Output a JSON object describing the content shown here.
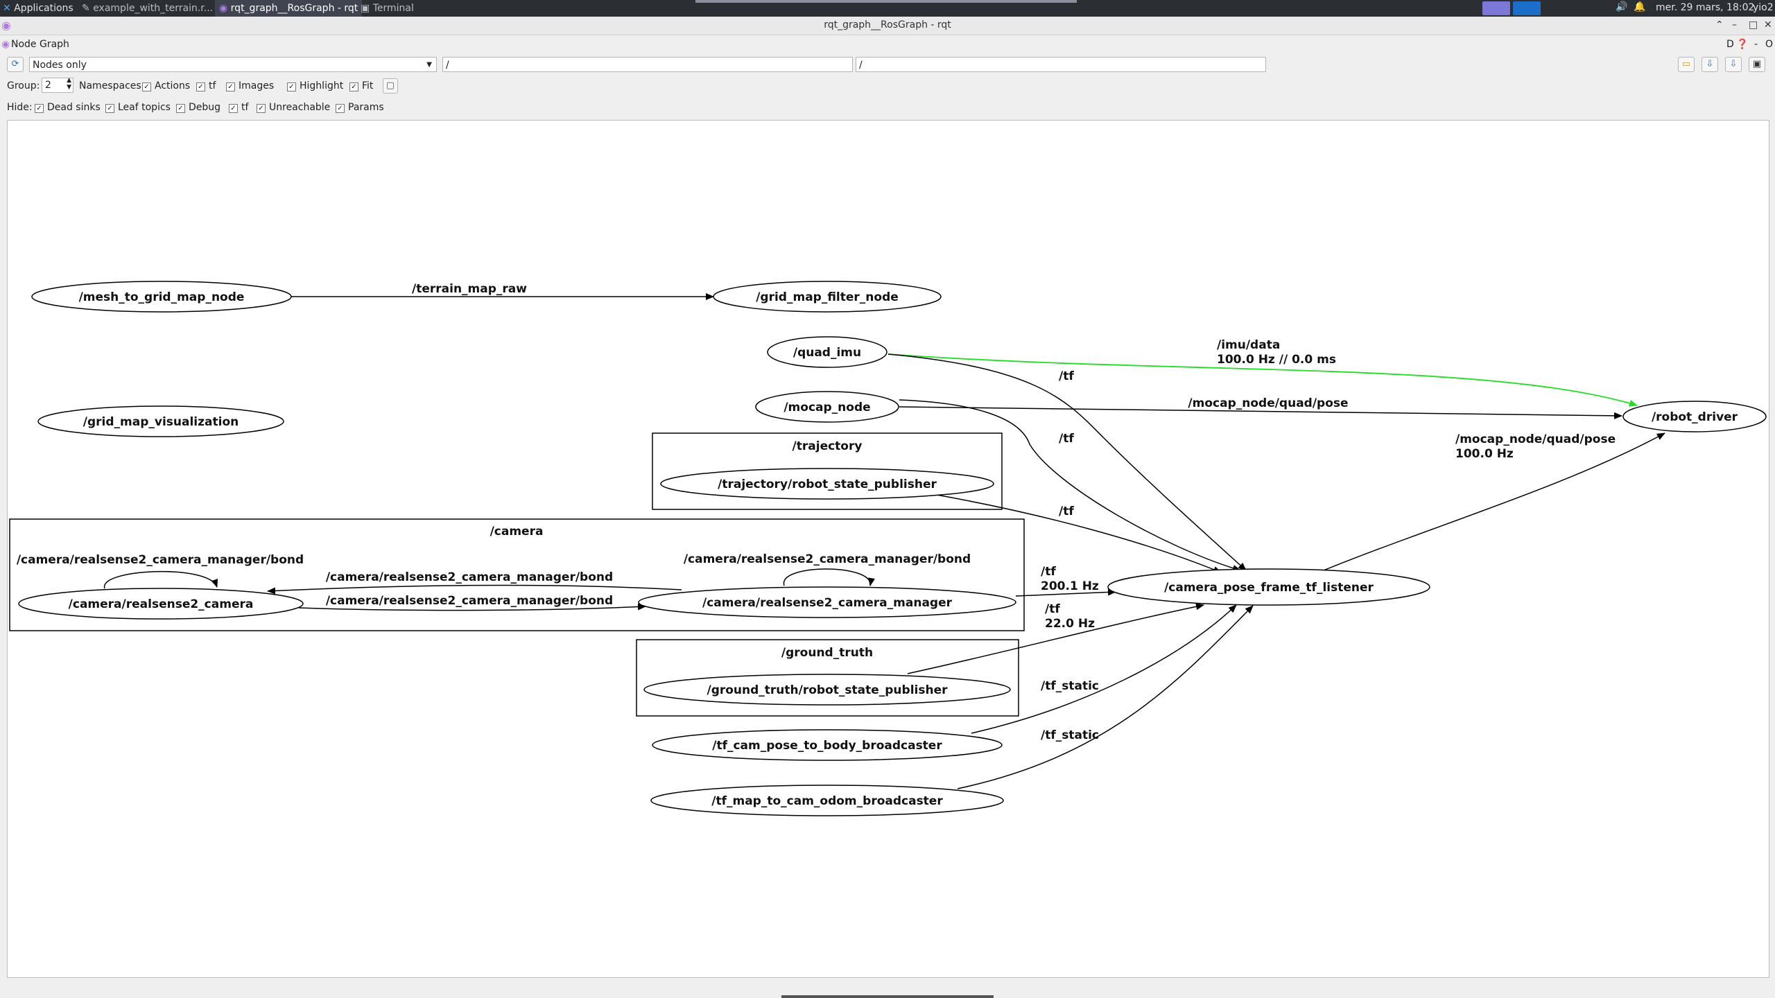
{
  "taskbar": {
    "applications": "Applications",
    "tabs": [
      {
        "label": "example_with_terrain.r..."
      },
      {
        "label": "rqt_graph__RosGraph - rqt"
      },
      {
        "label": "Terminal"
      }
    ],
    "datetime": "mer. 29 mars, 18:02",
    "user": "yio2"
  },
  "window": {
    "title": "rqt_graph__RosGraph - rqt"
  },
  "plugin": {
    "title": "Node Graph",
    "corner": "D",
    "dash": "-",
    "close": "O"
  },
  "filter": {
    "mode": "Nodes only",
    "node_filter": "/",
    "topic_filter": "/"
  },
  "group": {
    "label": "Group:",
    "value": "2",
    "options": [
      {
        "label": "Namespaces",
        "checked": false
      },
      {
        "label": "Actions",
        "checked": true
      },
      {
        "label": "tf",
        "checked": true
      },
      {
        "label": "Images",
        "checked": true
      },
      {
        "label": "Highlight",
        "checked": true
      },
      {
        "label": "Fit",
        "checked": true
      }
    ]
  },
  "hide": {
    "label": "Hide:",
    "options": [
      {
        "label": "Dead sinks",
        "checked": true
      },
      {
        "label": "Leaf topics",
        "checked": true
      },
      {
        "label": "Debug",
        "checked": true
      },
      {
        "label": "tf",
        "checked": true
      },
      {
        "label": "Unreachable",
        "checked": true
      },
      {
        "label": "Params",
        "checked": true
      }
    ]
  },
  "graph": {
    "nodes": {
      "mesh_to_grid": "/mesh_to_grid_map_node",
      "grid_filter": "/grid_map_filter_node",
      "quad_imu": "/quad_imu",
      "mocap": "/mocap_node",
      "grid_vis": "/grid_map_visualization",
      "robot_driver": "/robot_driver",
      "traj_rsp": "/trajectory/robot_state_publisher",
      "rs_camera": "/camera/realsense2_camera",
      "rs_manager": "/camera/realsense2_camera_manager",
      "cam_tf_listener": "/camera_pose_frame_tf_listener",
      "gt_rsp": "/ground_truth/robot_state_publisher",
      "tf_cam_body": "/tf_cam_pose_to_body_broadcaster",
      "tf_map_odom": "/tf_map_to_cam_odom_broadcaster"
    },
    "clusters": {
      "trajectory": "/trajectory",
      "camera": "/camera",
      "ground_truth": "/ground_truth"
    },
    "edges": {
      "terrain": "/terrain_map_raw",
      "imu_1": "/imu/data",
      "imu_2": "100.0 Hz // 0.0 ms",
      "mocap_pose": "/mocap_node/quad/pose",
      "mocap_pose_2a": "/mocap_node/quad/pose",
      "mocap_pose_2b": "100.0 Hz",
      "tf_quad": "/tf",
      "tf_mocap": "/tf",
      "tf_traj": "/tf",
      "tf_cam_a": "/tf",
      "tf_cam_b": "200.1 Hz",
      "tf_gt_a": "/tf",
      "tf_gt_b": "22.0 Hz",
      "tf_static_1": "/tf_static",
      "tf_static_2": "/tf_static",
      "bond_cam_self": "/camera/realsense2_camera_manager/bond",
      "bond_mgr_self": "/camera/realsense2_camera_manager/bond",
      "bond_top": "/camera/realsense2_camera_manager/bond",
      "bond_bottom": "/camera/realsense2_camera_manager/bond"
    },
    "colors": {
      "highlight_edge": "#22dd22",
      "edge": "#000000"
    }
  }
}
